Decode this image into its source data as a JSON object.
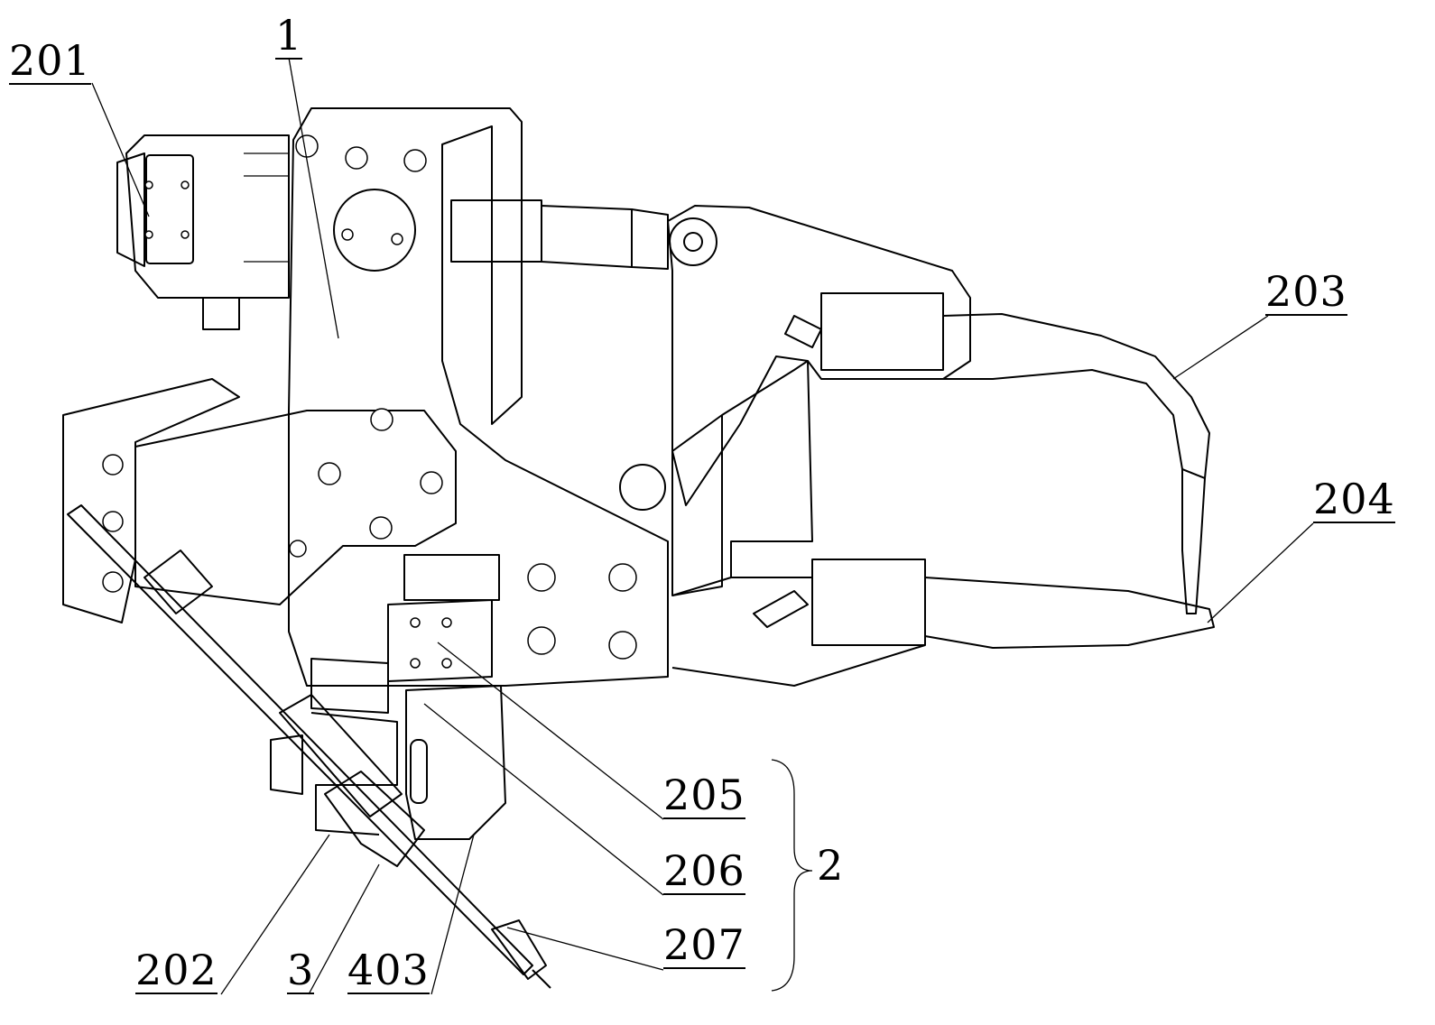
{
  "figure": {
    "labels": {
      "l201": "201",
      "l1": "1",
      "l203": "203",
      "l204": "204",
      "l205": "205",
      "l206": "206",
      "l207": "207",
      "l2": "2",
      "l202": "202",
      "l3": "3",
      "l403": "403"
    }
  }
}
